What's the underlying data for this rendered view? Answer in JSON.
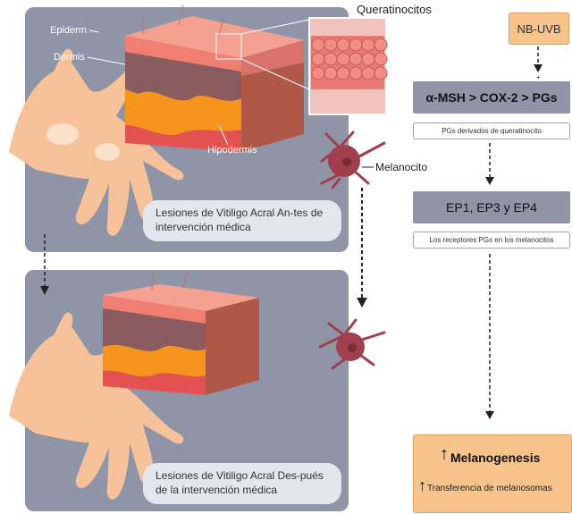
{
  "labels": {
    "epidermis": "Epiderm",
    "dermis": "Dermis",
    "hypodermis": "Hipodermis",
    "keratinocytes": "Queratinocitos",
    "melanocyte": "Melanocito"
  },
  "panels": {
    "top_caption": "Lesiones de Vitiligo Acral An-tes de intervención médica",
    "bottom_caption": "Lesiones de Vitiligo Acral Des-pués de la intervención médica"
  },
  "pathway": {
    "nbuvb": "NB-UVB",
    "plus_sign": "+",
    "step1": "α-MSH > COX-2 > PGs",
    "step1_note": "PGs derivados de queratinocito",
    "step2": "EP1, EP3 y EP4",
    "step2_note": "Los receptores PGs en los melanocitos",
    "outcome_main": "Melanogenesis",
    "outcome_sub": "Transferencia de melanosomas"
  },
  "colors": {
    "panel": "#8f95a6",
    "skin_top": "#f29a85",
    "dermis": "#8a5c60",
    "hypodermis": "#f7941d",
    "muscle": "#e35151",
    "melanocyte": "#a0404e",
    "orange_box": "#f7c38a"
  }
}
